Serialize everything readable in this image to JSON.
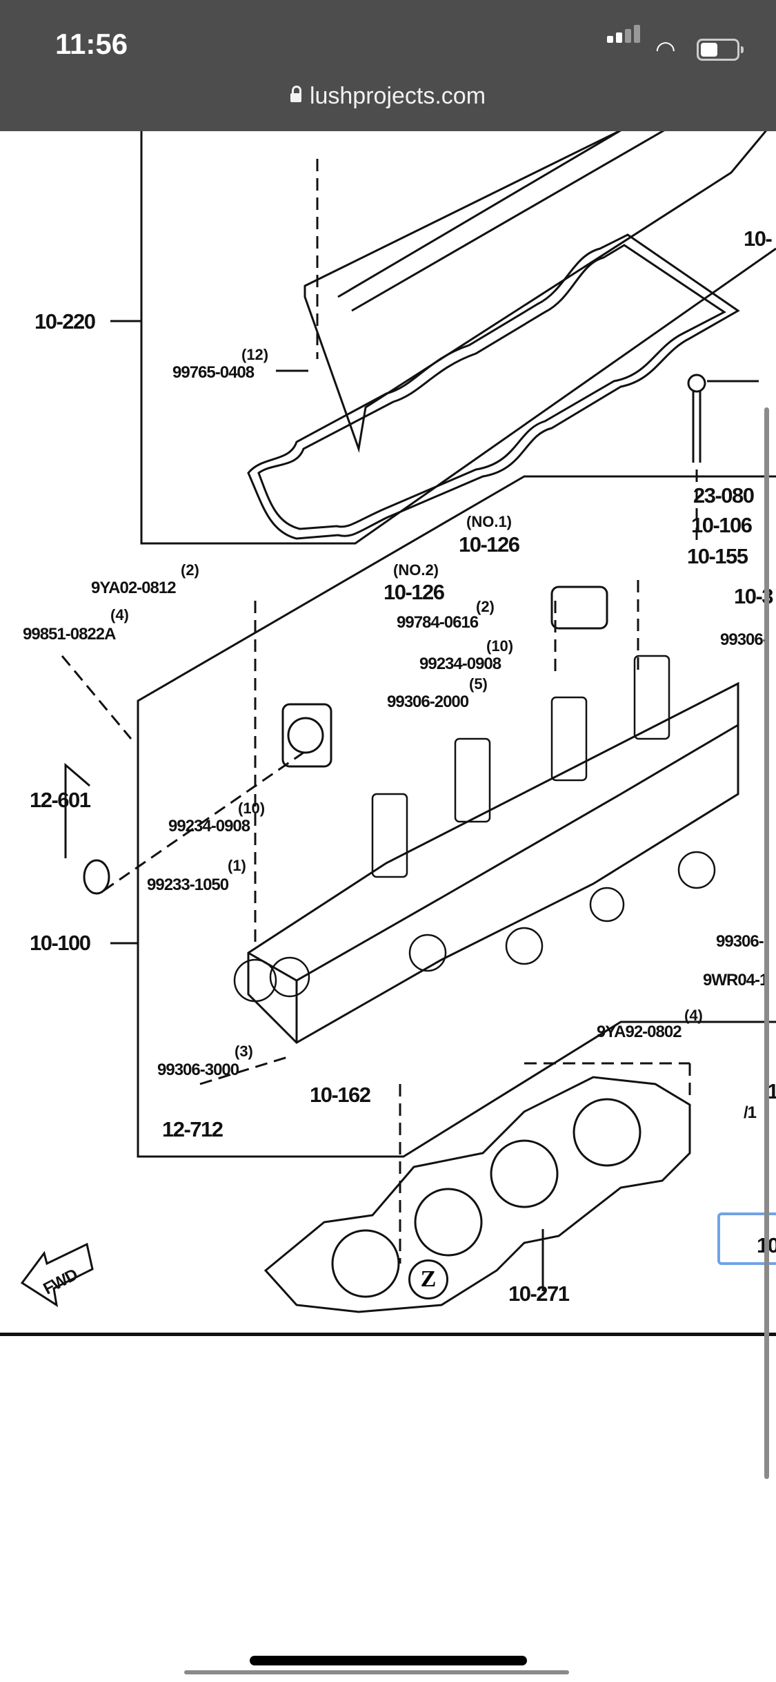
{
  "status_bar": {
    "time": "11:56",
    "signal_icon": "cellular-signal-icon",
    "wifi_icon": "wifi-icon",
    "battery_icon": "battery-icon"
  },
  "browser": {
    "url": "lushprojects.com",
    "lock_icon": "lock-icon"
  },
  "diagram": {
    "labels": [
      {
        "part": "10-220"
      },
      {
        "qty": "(12)",
        "part": "99765-0408"
      },
      {
        "part": "10-"
      },
      {
        "part": "23-080"
      },
      {
        "part": "10-106"
      },
      {
        "part": "10-155"
      },
      {
        "part": "10-3"
      },
      {
        "part": "99306-"
      },
      {
        "qty": "(NO.1)",
        "part": "10-126"
      },
      {
        "qty": "(2)",
        "part": "9YA02-0812"
      },
      {
        "qty": "(NO.2)",
        "part": "10-126"
      },
      {
        "qty": "(2)",
        "part": "99784-0616"
      },
      {
        "qty": "(4)",
        "part": "99851-0822A"
      },
      {
        "qty": "(10)",
        "part": "99234-0908"
      },
      {
        "qty": "(5)",
        "part": "99306-2000"
      },
      {
        "part": "12-601"
      },
      {
        "qty": "(10)",
        "part": "99234-0908"
      },
      {
        "qty": "(1)",
        "part": "99233-1050"
      },
      {
        "part": "10-100"
      },
      {
        "part": "99306-"
      },
      {
        "part": "9WR04-1"
      },
      {
        "qty": "(4)",
        "part": "9YA92-0802"
      },
      {
        "qty": "(3)",
        "part": "99306-3000"
      },
      {
        "part": "10-162"
      },
      {
        "part": "12-712"
      },
      {
        "part": "10-271"
      },
      {
        "part": "10"
      },
      {
        "part": "1"
      },
      {
        "part": "/1"
      }
    ],
    "view_marker": "Z",
    "fwd_label": "FWD",
    "highlight_color": "#6fa3e6"
  }
}
